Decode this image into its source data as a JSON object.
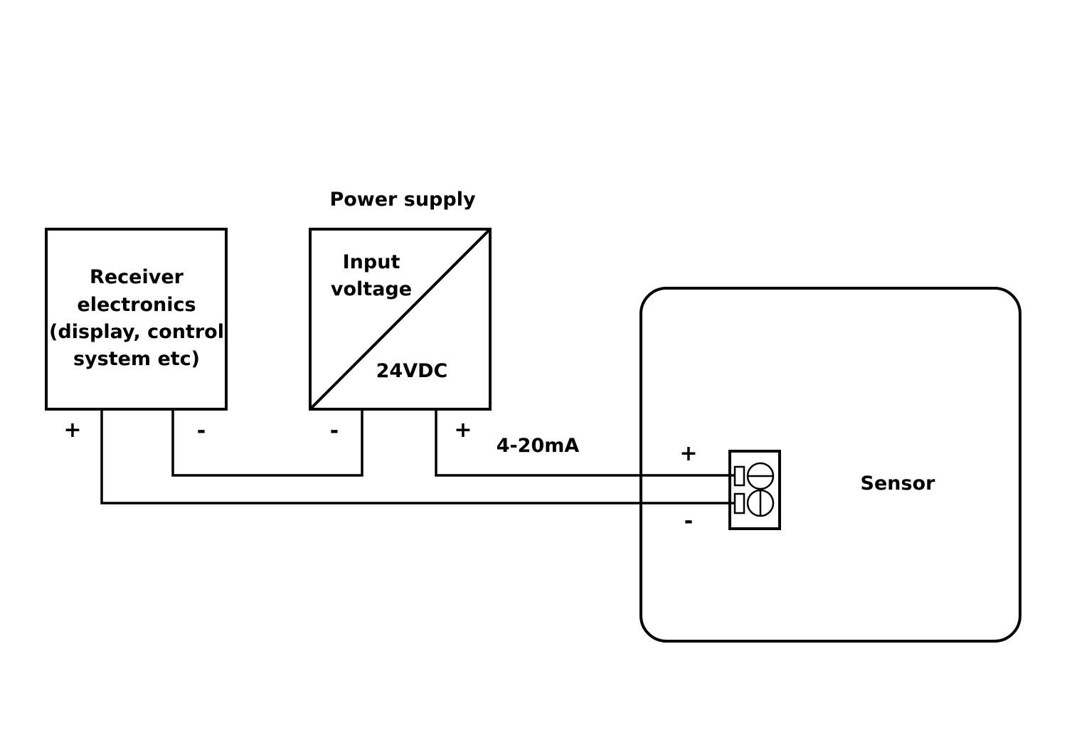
{
  "receiver": {
    "lines": [
      "Receiver",
      "electronics",
      "(display, control",
      "system etc)"
    ],
    "plus": "+",
    "minus": "-"
  },
  "power_supply": {
    "title": "Power supply",
    "input_line1": "Input",
    "input_line2": "voltage",
    "output": "24VDC",
    "minus": "-",
    "plus": "+"
  },
  "signal": {
    "label": "4-20mA"
  },
  "sensor": {
    "label": "Sensor",
    "plus": "+",
    "minus": "-"
  }
}
